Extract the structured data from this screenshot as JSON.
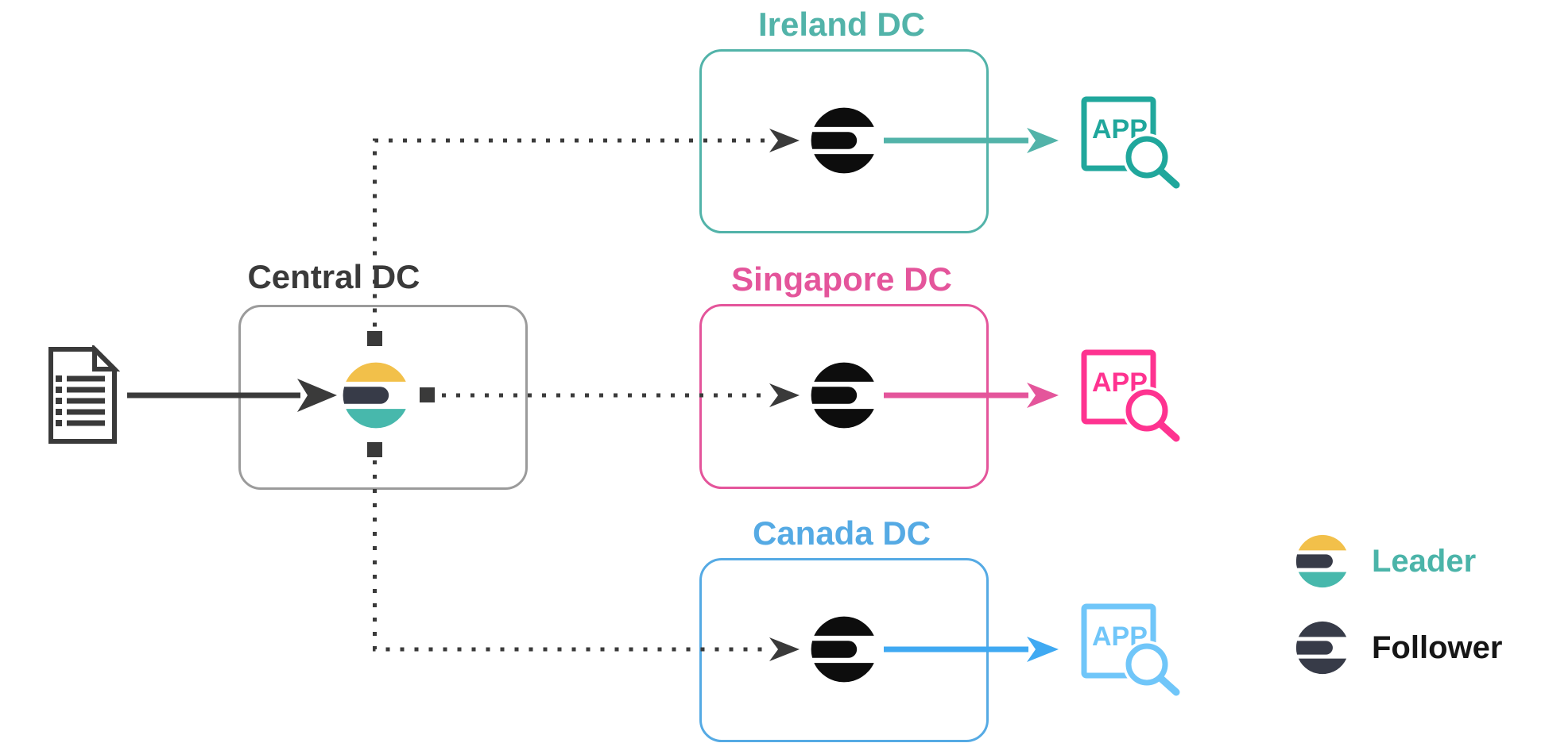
{
  "diagram": {
    "central_dc": {
      "label": "Central DC",
      "role": "leader"
    },
    "datacenters": [
      {
        "label": "Ireland DC",
        "role": "follower",
        "app_label": "APP"
      },
      {
        "label": "Singapore DC",
        "role": "follower",
        "app_label": "APP"
      },
      {
        "label": "Canada DC",
        "role": "follower",
        "app_label": "APP"
      }
    ],
    "legend": [
      {
        "icon": "elasticsearch-leader-icon",
        "label": "Leader"
      },
      {
        "icon": "elasticsearch-follower-icon",
        "label": "Follower"
      }
    ],
    "icons": {
      "source": "document-icon",
      "consumer": "app-search-icon",
      "leader": "elasticsearch-leader-icon",
      "follower": "elasticsearch-follower-icon"
    }
  },
  "colors": {
    "dark": "#3a3a3a",
    "text-strong": "#161616",
    "box-gray": "#9b9b9b",
    "logo-black": "#0d0d0d",
    "es-yellow": "#f2c04a",
    "es-dark": "#373b48",
    "es-teal": "#47b8ac",
    "ireland": "#52b3a9",
    "ireland-app": "#20a79c",
    "singapore": "#e4559b",
    "singapore-app": "#fe3390",
    "canada": "#55aae4",
    "canada-arrow": "#3fa9f2",
    "canada-app": "#70c6f9",
    "legend-leader": "#4bb4a9"
  }
}
